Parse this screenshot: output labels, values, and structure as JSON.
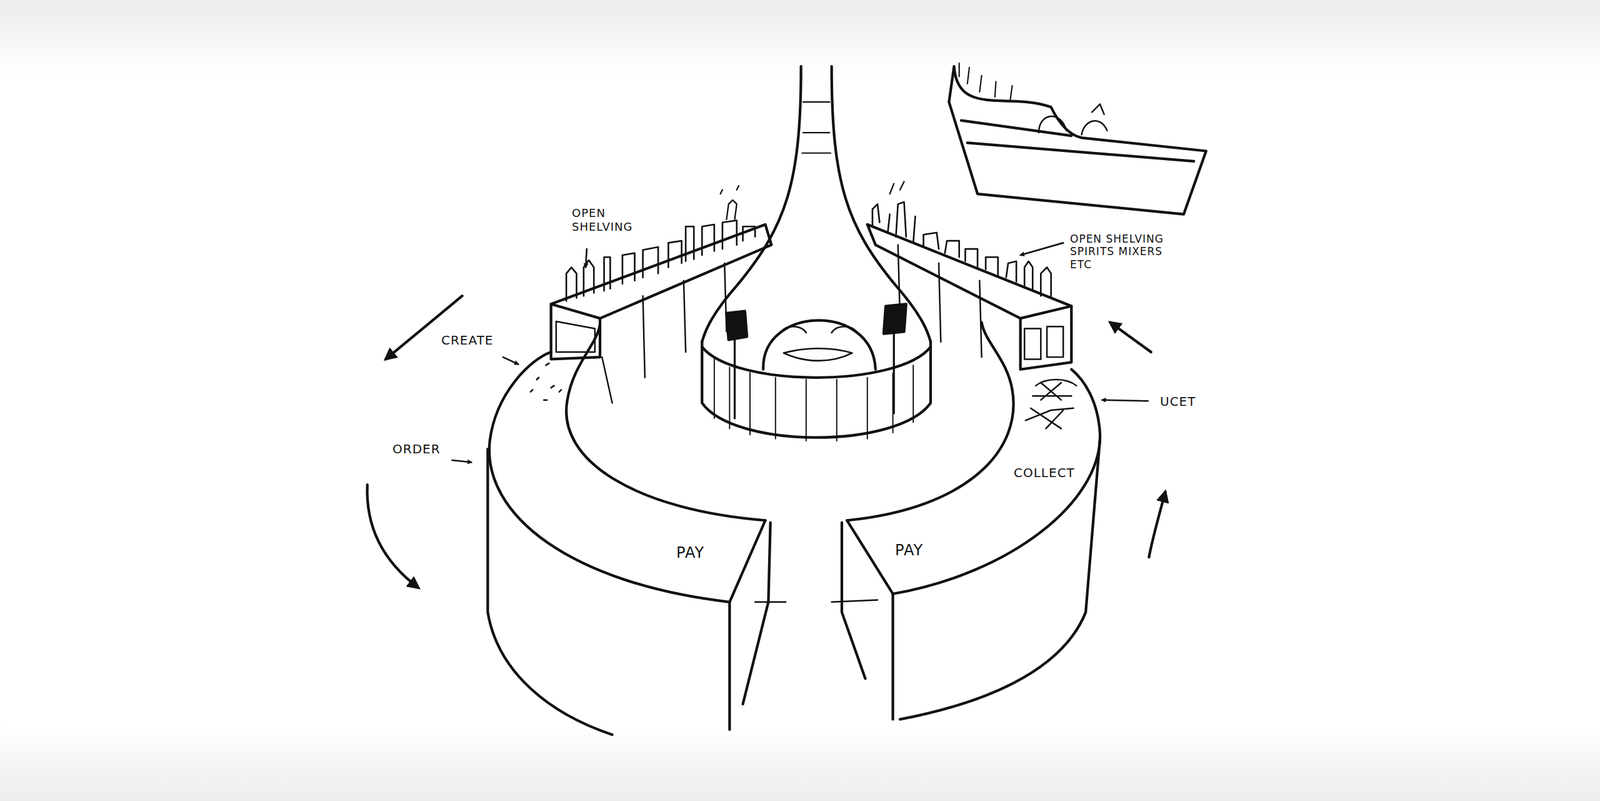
{
  "diagram": {
    "labels": [
      "OPEN SHELVING",
      "OPEN SHELVING SPIRITS MIXERS ETC",
      "CREATE",
      "ORDER",
      "PAY",
      "PAY",
      "COLLECT",
      "UCET"
    ]
  }
}
